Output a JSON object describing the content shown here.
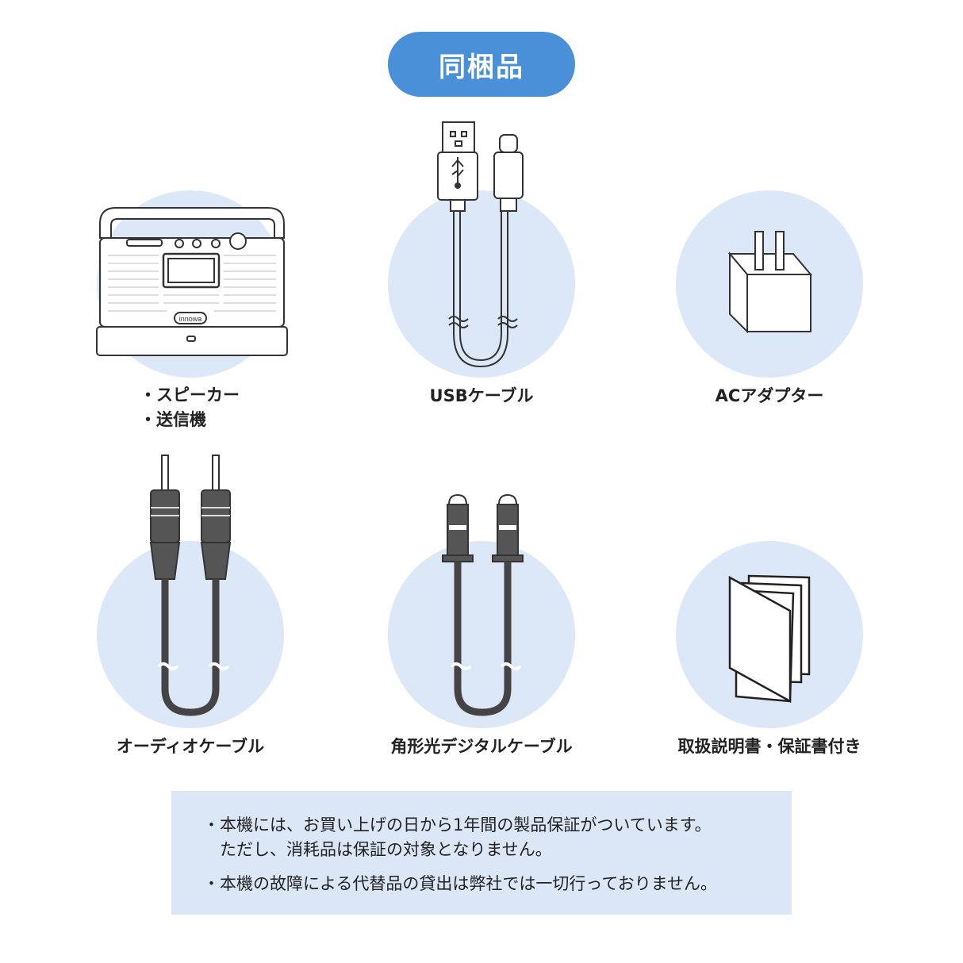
{
  "header": {
    "title": "同梱品"
  },
  "items": [
    {
      "id": "speaker",
      "label_lines": [
        "・スピーカー",
        "・送信機"
      ],
      "brand": "innowa",
      "icon": "speaker-icon"
    },
    {
      "id": "usb",
      "label": "USBケーブル",
      "icon": "usb-cable-icon"
    },
    {
      "id": "ac",
      "label": "ACアダプター",
      "icon": "ac-adapter-icon"
    },
    {
      "id": "audio",
      "label": "オーディオケーブル",
      "icon": "audio-cable-icon"
    },
    {
      "id": "optical",
      "label": "角形光デジタルケーブル",
      "icon": "optical-cable-icon"
    },
    {
      "id": "manual",
      "label": "取扱説明書・保証書付き",
      "icon": "manual-icon"
    }
  ],
  "notice": {
    "line1": "・本機には、お買い上げの日から1年間の製品保証がついています。",
    "line2": "　ただし、消耗品は保証の対象となりません。",
    "line3": "・本機の故障による代替品の貸出は弊社では一切行っておりません。"
  },
  "colors": {
    "accent": "#4a90d9",
    "circle": "#dce8f7",
    "notice_bg": "#dbe7f6"
  }
}
